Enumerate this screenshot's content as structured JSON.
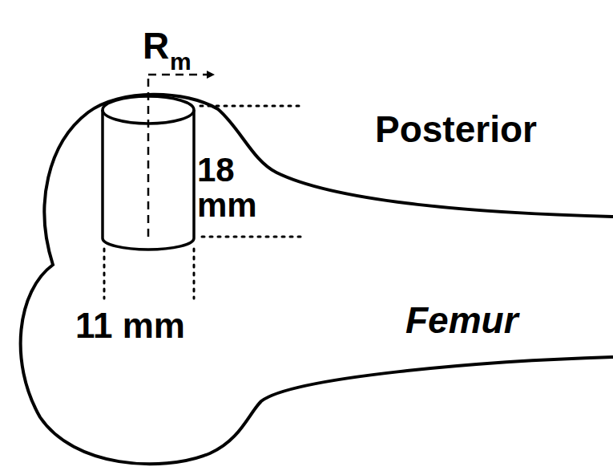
{
  "diagram": {
    "labels": [
      "R",
      "m",
      "Posterior",
      "18 mm",
      "11 mm",
      "Femur"
    ]
  }
}
